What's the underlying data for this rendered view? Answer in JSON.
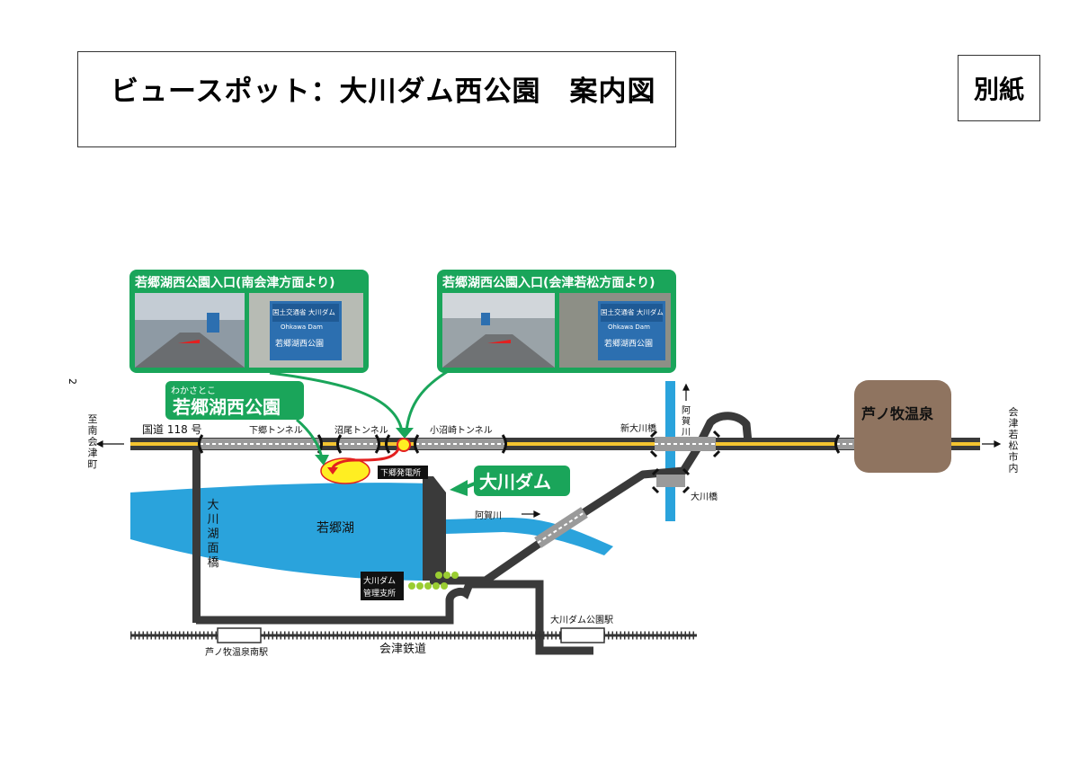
{
  "header": {
    "title": "ビュースポット：大川ダム西公園　案内図",
    "attachment_label": "別紙",
    "page_number": "2"
  },
  "map": {
    "callouts": {
      "south_entrance": "若郷湖西公園入口(南会津方面より)",
      "north_entrance": "若郷湖西公園入口(会津若松方面より)",
      "park_reading": "わかさとこ",
      "park_name": "若郷湖西公園",
      "dam_name": "大川ダム"
    },
    "photo_signs": {
      "dam_sign_small": "国土交通省 大川ダム",
      "dam_sign_romaji": "Ohkawa Dam",
      "park_sign": "若郷湖西公園"
    },
    "road": {
      "route_label": "国道 118 号",
      "tunnel_1": "下郷トンネル",
      "tunnel_2": "沼尾トンネル",
      "tunnel_3": "小沼崎トンネル"
    },
    "destinations": {
      "west": "至南会津町",
      "east": "会津若松市内"
    },
    "places": {
      "onsen": "芦ノ牧温泉",
      "power_station": "下郷発電所",
      "lake": "若郷湖",
      "bridge_lake": "大川湖面橋",
      "river_aga_1": "阿賀川",
      "river_aga_2": "阿賀川",
      "bridge_new": "新大川橋",
      "bridge_okawa": "大川橋",
      "dam_office": "大川ダム\n管理支所"
    },
    "railway": {
      "name": "会津鉄道",
      "station_1": "芦ノ牧温泉南駅",
      "station_2": "大川ダム公園駅"
    },
    "colors": {
      "callout_green": "#1aa55a",
      "lake_blue": "#2aa3dc",
      "road_dark": "#3a3a3a",
      "road_yellow": "#f4c430",
      "tunnel_grey": "#9a9a9a",
      "onsen_brown": "#8f7460",
      "marker_yellow": "#ffee22",
      "marker_red": "#e32020",
      "office_green": "#9acd32"
    }
  }
}
